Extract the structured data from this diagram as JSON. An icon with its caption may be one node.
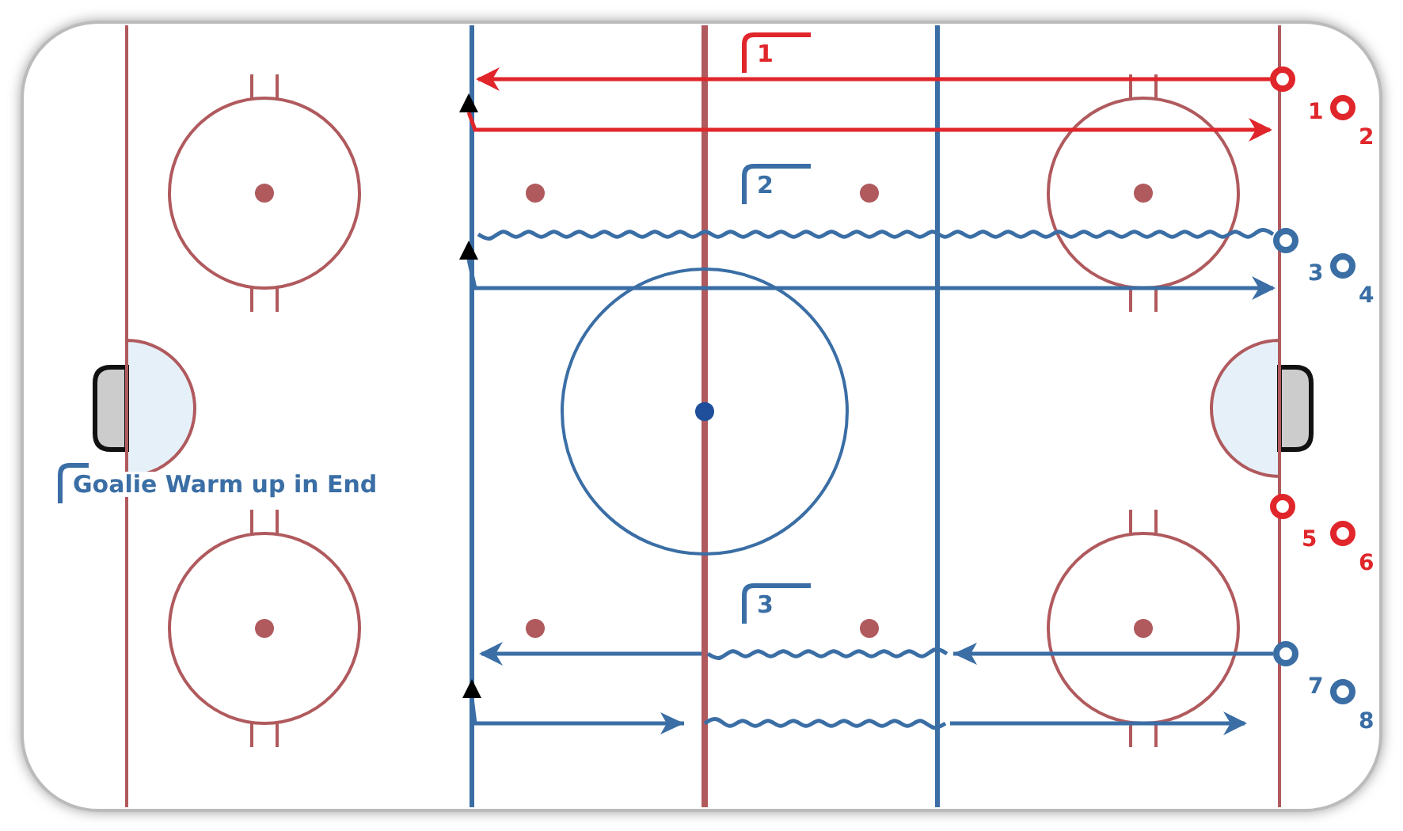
{
  "diagram": {
    "nodes": [
      {
        "text": [],
        "shape": "circle",
        "beside": [
          "1"
        ]
      },
      {
        "text": [],
        "shape": "circle",
        "beside": [
          "2"
        ]
      },
      {
        "text": [],
        "shape": "circle",
        "beside": [
          "3"
        ]
      },
      {
        "text": [],
        "shape": "circle",
        "beside": [
          "4"
        ]
      },
      {
        "text": [],
        "shape": "circle",
        "beside": [
          "5"
        ]
      },
      {
        "text": [],
        "shape": "circle",
        "beside": [
          "6"
        ]
      },
      {
        "text": [],
        "shape": "circle",
        "beside": [
          "7"
        ]
      },
      {
        "text": [],
        "shape": "circle",
        "beside": [
          "8"
        ]
      },
      {
        "text": [],
        "shape": "triangle"
      },
      {
        "text": [],
        "shape": "triangle"
      },
      {
        "text": [],
        "shape": "triangle"
      }
    ],
    "edges": [
      {
        "from": 0,
        "to": 8,
        "arrow": "to",
        "color": "#e0262b"
      },
      {
        "from": 8,
        "to": 0,
        "arrow": "to",
        "color": "#e0262b"
      },
      {
        "from": 2,
        "to": 9,
        "arrow": "none"
      },
      {
        "from": 9,
        "to": 2,
        "arrow": "to"
      },
      {
        "from": 6,
        "to": 10,
        "arrow": "to"
      },
      {
        "from": 10,
        "to": null,
        "arrow": "to"
      }
    ],
    "labels": [
      "1",
      "2",
      "Goalie Warm up in End",
      "3"
    ]
  }
}
